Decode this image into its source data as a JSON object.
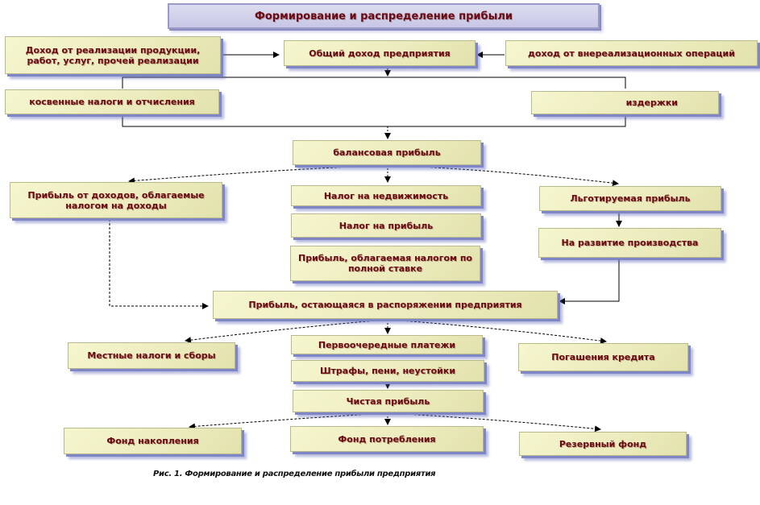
{
  "title": "Формирование и распределение прибыли",
  "nodes": {
    "revenue_sales": "Доход от реализации продукции, работ, услуг, прочей реализации",
    "total_income": "Общий доход предприятия",
    "non_sales_income": "доход от внереализационных операций",
    "indirect_taxes": "косвенные налоги и отчисления",
    "costs": "издержки",
    "balance_profit": "балансовая прибыль",
    "profit_income_taxed": "Прибыль от доходов, облагаемые налогом на доходы",
    "property_tax": "Налог на недвижимость",
    "profit_tax": "Налог на прибыль",
    "profit_full_rate": "Прибыль, облагаемая налогом по полной ставке",
    "preferential_profit": "Льготируемая прибыль",
    "production_development": "На развитие производства",
    "remaining_profit": "Прибыль, остающаяся в распоряжении предприятия",
    "local_taxes": "Местные налоги и сборы",
    "priority_payments": "Первоочередные платежи",
    "fines": "Штрафы, пени, неустойки",
    "loan_repayment": "Погашения кредита",
    "net_profit": "Чистая прибыль",
    "accumulation_fund": "Фонд накопления",
    "consumption_fund": "Фонд потребления",
    "reserve_fund": "Резервный фонд"
  },
  "caption": "Рис. 1. Формирование и распределение прибыли предприятия",
  "colors": {
    "text": "#6b0a12",
    "box_fill": "#ecebbd",
    "shadow": "#7f86c8",
    "title_fill": "#c7c7e6"
  }
}
